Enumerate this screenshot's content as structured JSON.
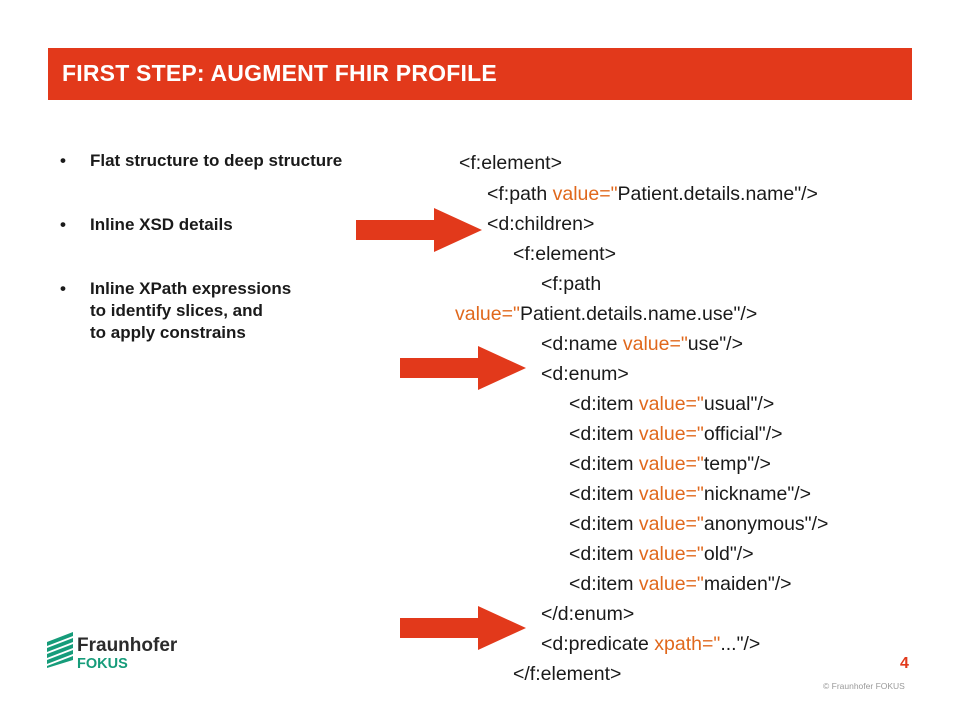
{
  "title": "FIRST STEP: AUGMENT FHIR PROFILE",
  "bullets": [
    {
      "lines": [
        "Flat structure to deep structure"
      ]
    },
    {
      "lines": [
        "Inline XSD details"
      ]
    },
    {
      "lines": [
        "Inline XPath expressions",
        "to identify slices, and",
        "to apply constrains"
      ]
    }
  ],
  "code": [
    {
      "tag": "<f:element>",
      "attr": "",
      "close": ""
    },
    {
      "tag": "<f:path ",
      "attr": "value=\"",
      "close": "Patient.details.name\"/>"
    },
    {
      "tag": "<d:children>",
      "attr": "",
      "close": ""
    },
    {
      "tag": "<f:element>",
      "attr": "",
      "close": ""
    },
    {
      "tag": "<f:path",
      "attr": "",
      "close": ""
    },
    {
      "tag": "",
      "attr": "value=\"",
      "close": "Patient.details.name.use\"/>"
    },
    {
      "tag": "<d:name ",
      "attr": "value=\"",
      "close": "use\"/>"
    },
    {
      "tag": "<d:enum>",
      "attr": "",
      "close": ""
    },
    {
      "tag": "<d:item ",
      "attr": "value=\"",
      "close": "usual\"/>"
    },
    {
      "tag": "<d:item ",
      "attr": "value=\"",
      "close": "official\"/>"
    },
    {
      "tag": "<d:item ",
      "attr": "value=\"",
      "close": "temp\"/>"
    },
    {
      "tag": "<d:item ",
      "attr": "value=\"",
      "close": "nickname\"/>"
    },
    {
      "tag": "<d:item ",
      "attr": "value=\"",
      "close": "anonymous\"/>"
    },
    {
      "tag": "<d:item ",
      "attr": "value=\"",
      "close": "old\"/>"
    },
    {
      "tag": "<d:item ",
      "attr": "value=\"",
      "close": "maiden\"/>"
    },
    {
      "tag": "</d:enum>",
      "attr": "",
      "close": ""
    },
    {
      "tag": "<d:predicate ",
      "attr": "xpath=\"",
      "close": "...\"/>"
    },
    {
      "tag": "</f:element>",
      "attr": "",
      "close": ""
    }
  ],
  "logo": {
    "word": "Fraunhofer",
    "sub": "FOKUS"
  },
  "page_number": "4",
  "copyright": "© Fraunhofer FOKUS",
  "colors": {
    "accent": "#e2391b",
    "attr": "#e0681c",
    "logo_green": "#169c7a"
  }
}
